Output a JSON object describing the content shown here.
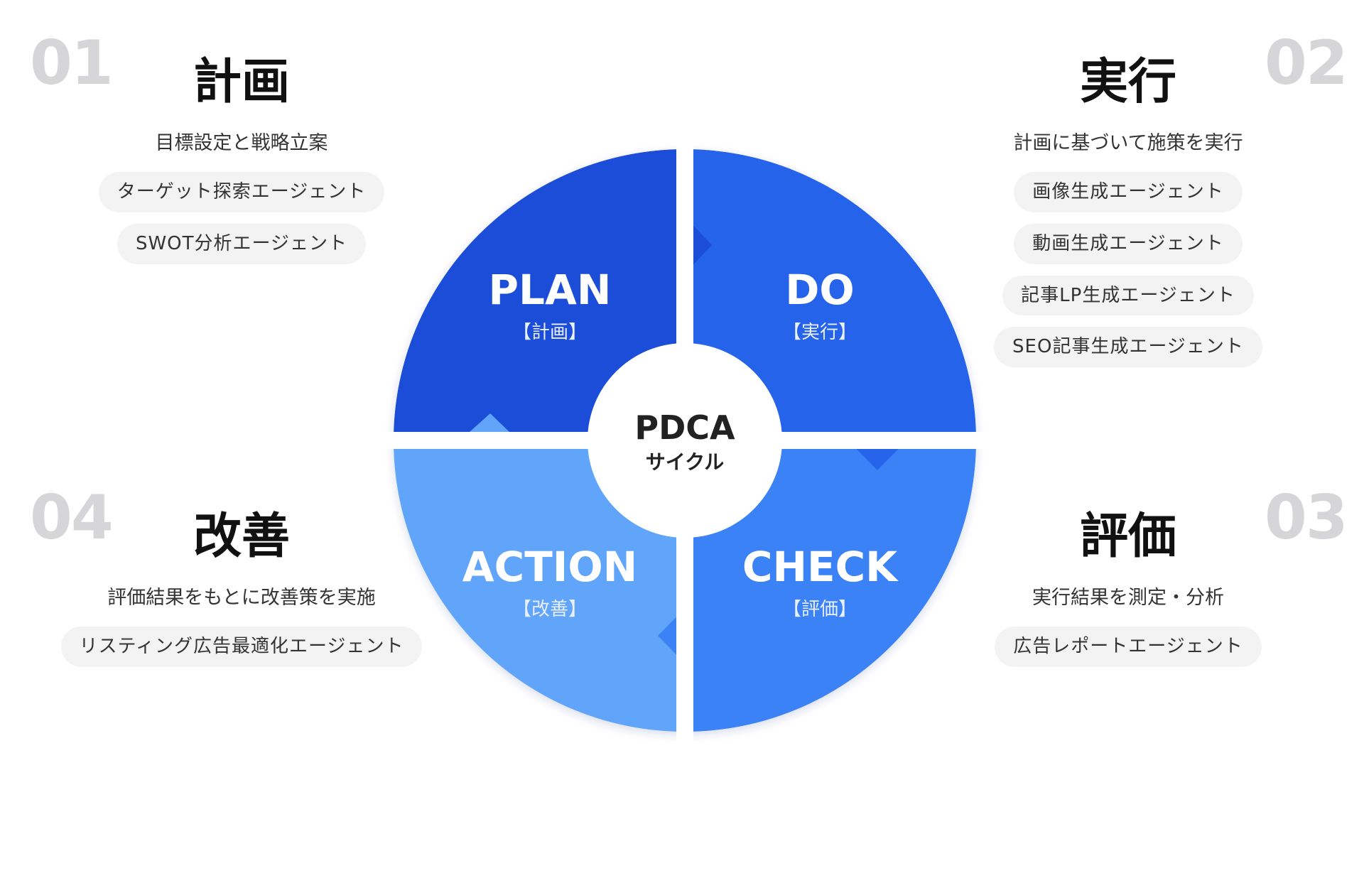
{
  "center": {
    "title": "PDCA",
    "subtitle": "サイクル"
  },
  "segments": {
    "plan": {
      "title": "PLAN",
      "sub": "【計画】",
      "color": "#1d4ed8"
    },
    "do": {
      "title": "DO",
      "sub": "【実行】",
      "color": "#2563eb"
    },
    "check": {
      "title": "CHECK",
      "sub": "【評価】",
      "color": "#3b82f6"
    },
    "action": {
      "title": "ACTION",
      "sub": "【改善】",
      "color": "#60a5fa"
    }
  },
  "panels": {
    "plan": {
      "num": "01",
      "heading": "計画",
      "desc": "目標設定と戦略立案",
      "chips": [
        "ターゲット探索エージェント",
        "SWOT分析エージェント"
      ]
    },
    "do": {
      "num": "02",
      "heading": "実行",
      "desc": "計画に基づいて施策を実行",
      "chips": [
        "画像生成エージェント",
        "動画生成エージェント",
        "記事LP生成エージェント",
        "SEO記事生成エージェント"
      ]
    },
    "check": {
      "num": "03",
      "heading": "評価",
      "desc": "実行結果を測定・分析",
      "chips": [
        "広告レポートエージェント"
      ]
    },
    "action": {
      "num": "04",
      "heading": "改善",
      "desc": "評価結果をもとに改善策を実施",
      "chips": [
        "リスティング広告最適化エージェント"
      ]
    }
  }
}
